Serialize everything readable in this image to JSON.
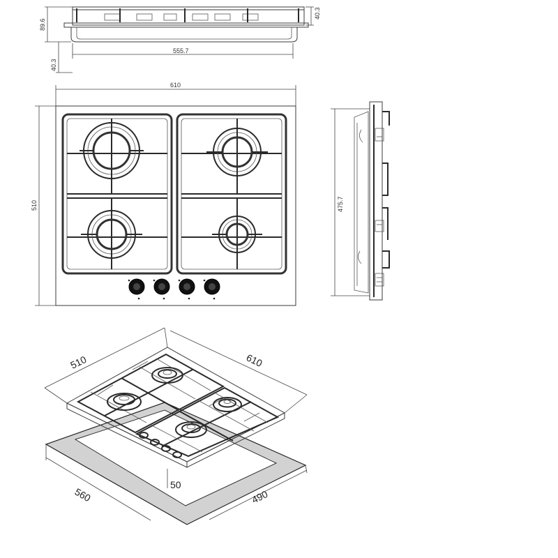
{
  "front_view": {
    "overall_height": "89.6",
    "trim_height": "40.3",
    "base_depth": "40.3",
    "base_width": "555.7"
  },
  "top_view": {
    "width": "610",
    "depth": "510"
  },
  "side_view": {
    "inner_depth": "475.7"
  },
  "iso_view": {
    "depth": "510",
    "width": "610",
    "cutout_depth": "560",
    "cutout_width": "490",
    "clearance": "50"
  },
  "colors": {
    "line": "#3a3a3a",
    "knob": "#111111",
    "cutout_fill": "#d2d2d2"
  }
}
